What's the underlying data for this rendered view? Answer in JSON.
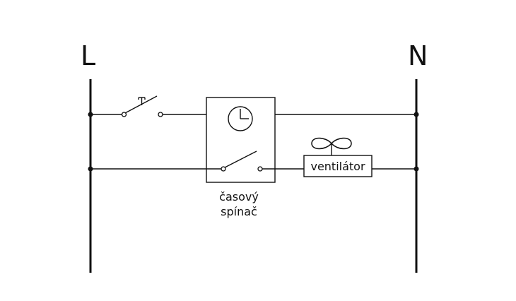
{
  "rails": {
    "left_label": "L",
    "right_label": "N"
  },
  "timer": {
    "caption_line1": "časový",
    "caption_line2": "spínač"
  },
  "fan": {
    "label": "ventilátor"
  },
  "icons": [
    "push-button-icon",
    "clock-icon",
    "fan-icon"
  ],
  "colors": {
    "line": "#111111",
    "background": "#ffffff"
  }
}
